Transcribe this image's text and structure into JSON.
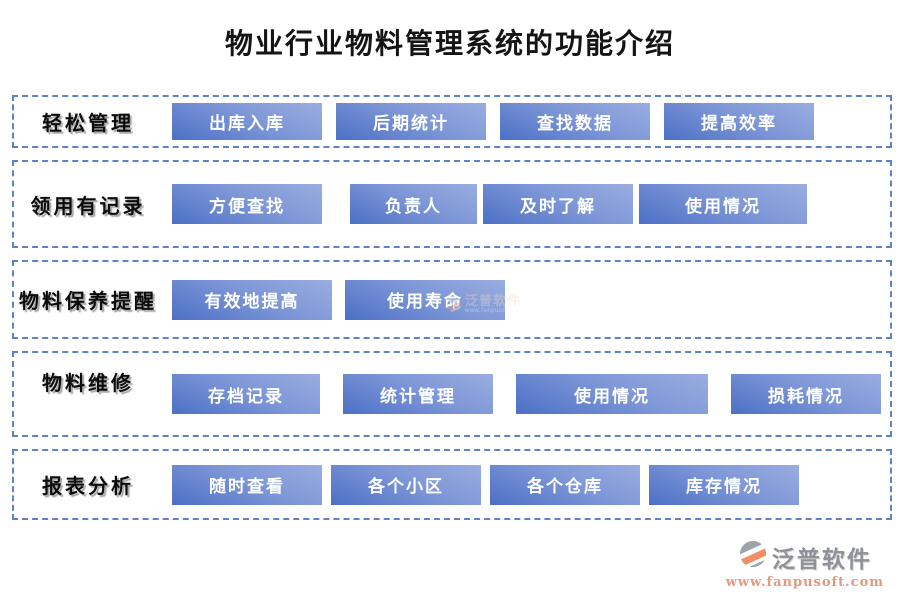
{
  "title": "物业行业物料管理系统的功能介绍",
  "rows": [
    {
      "label": "轻松管理",
      "buttons": [
        "出库入库",
        "后期统计",
        "查找数据",
        "提高效率"
      ]
    },
    {
      "label": "领用有记录",
      "buttons": [
        "方便查找",
        "负责人",
        "及时了解",
        "使用情况"
      ]
    },
    {
      "label": "物料保养提醒",
      "buttons": [
        "有效地提高",
        "使用寿命"
      ],
      "watermark": "泛普软件"
    },
    {
      "label": "物料维修",
      "buttons": [
        "存档记录",
        "统计管理",
        "使用情况",
        "损耗情况"
      ]
    },
    {
      "label": "报表分析",
      "buttons": [
        "随时查看",
        "各个小区",
        "各个仓库",
        "库存情况"
      ]
    }
  ],
  "branding": {
    "name": "泛普软件",
    "url": "www.fanpusoft.com"
  },
  "colors": {
    "border_dashed": "#5B82CB",
    "button_gradient_light": "#9AADE0",
    "button_gradient_dark": "#4C70C6",
    "button_text": "#FFFFFF",
    "brand_gray": "#8E9298",
    "brand_orange": "#E2997E",
    "logo_orange": "#EF8F63",
    "logo_gray": "#9BA3AB"
  }
}
